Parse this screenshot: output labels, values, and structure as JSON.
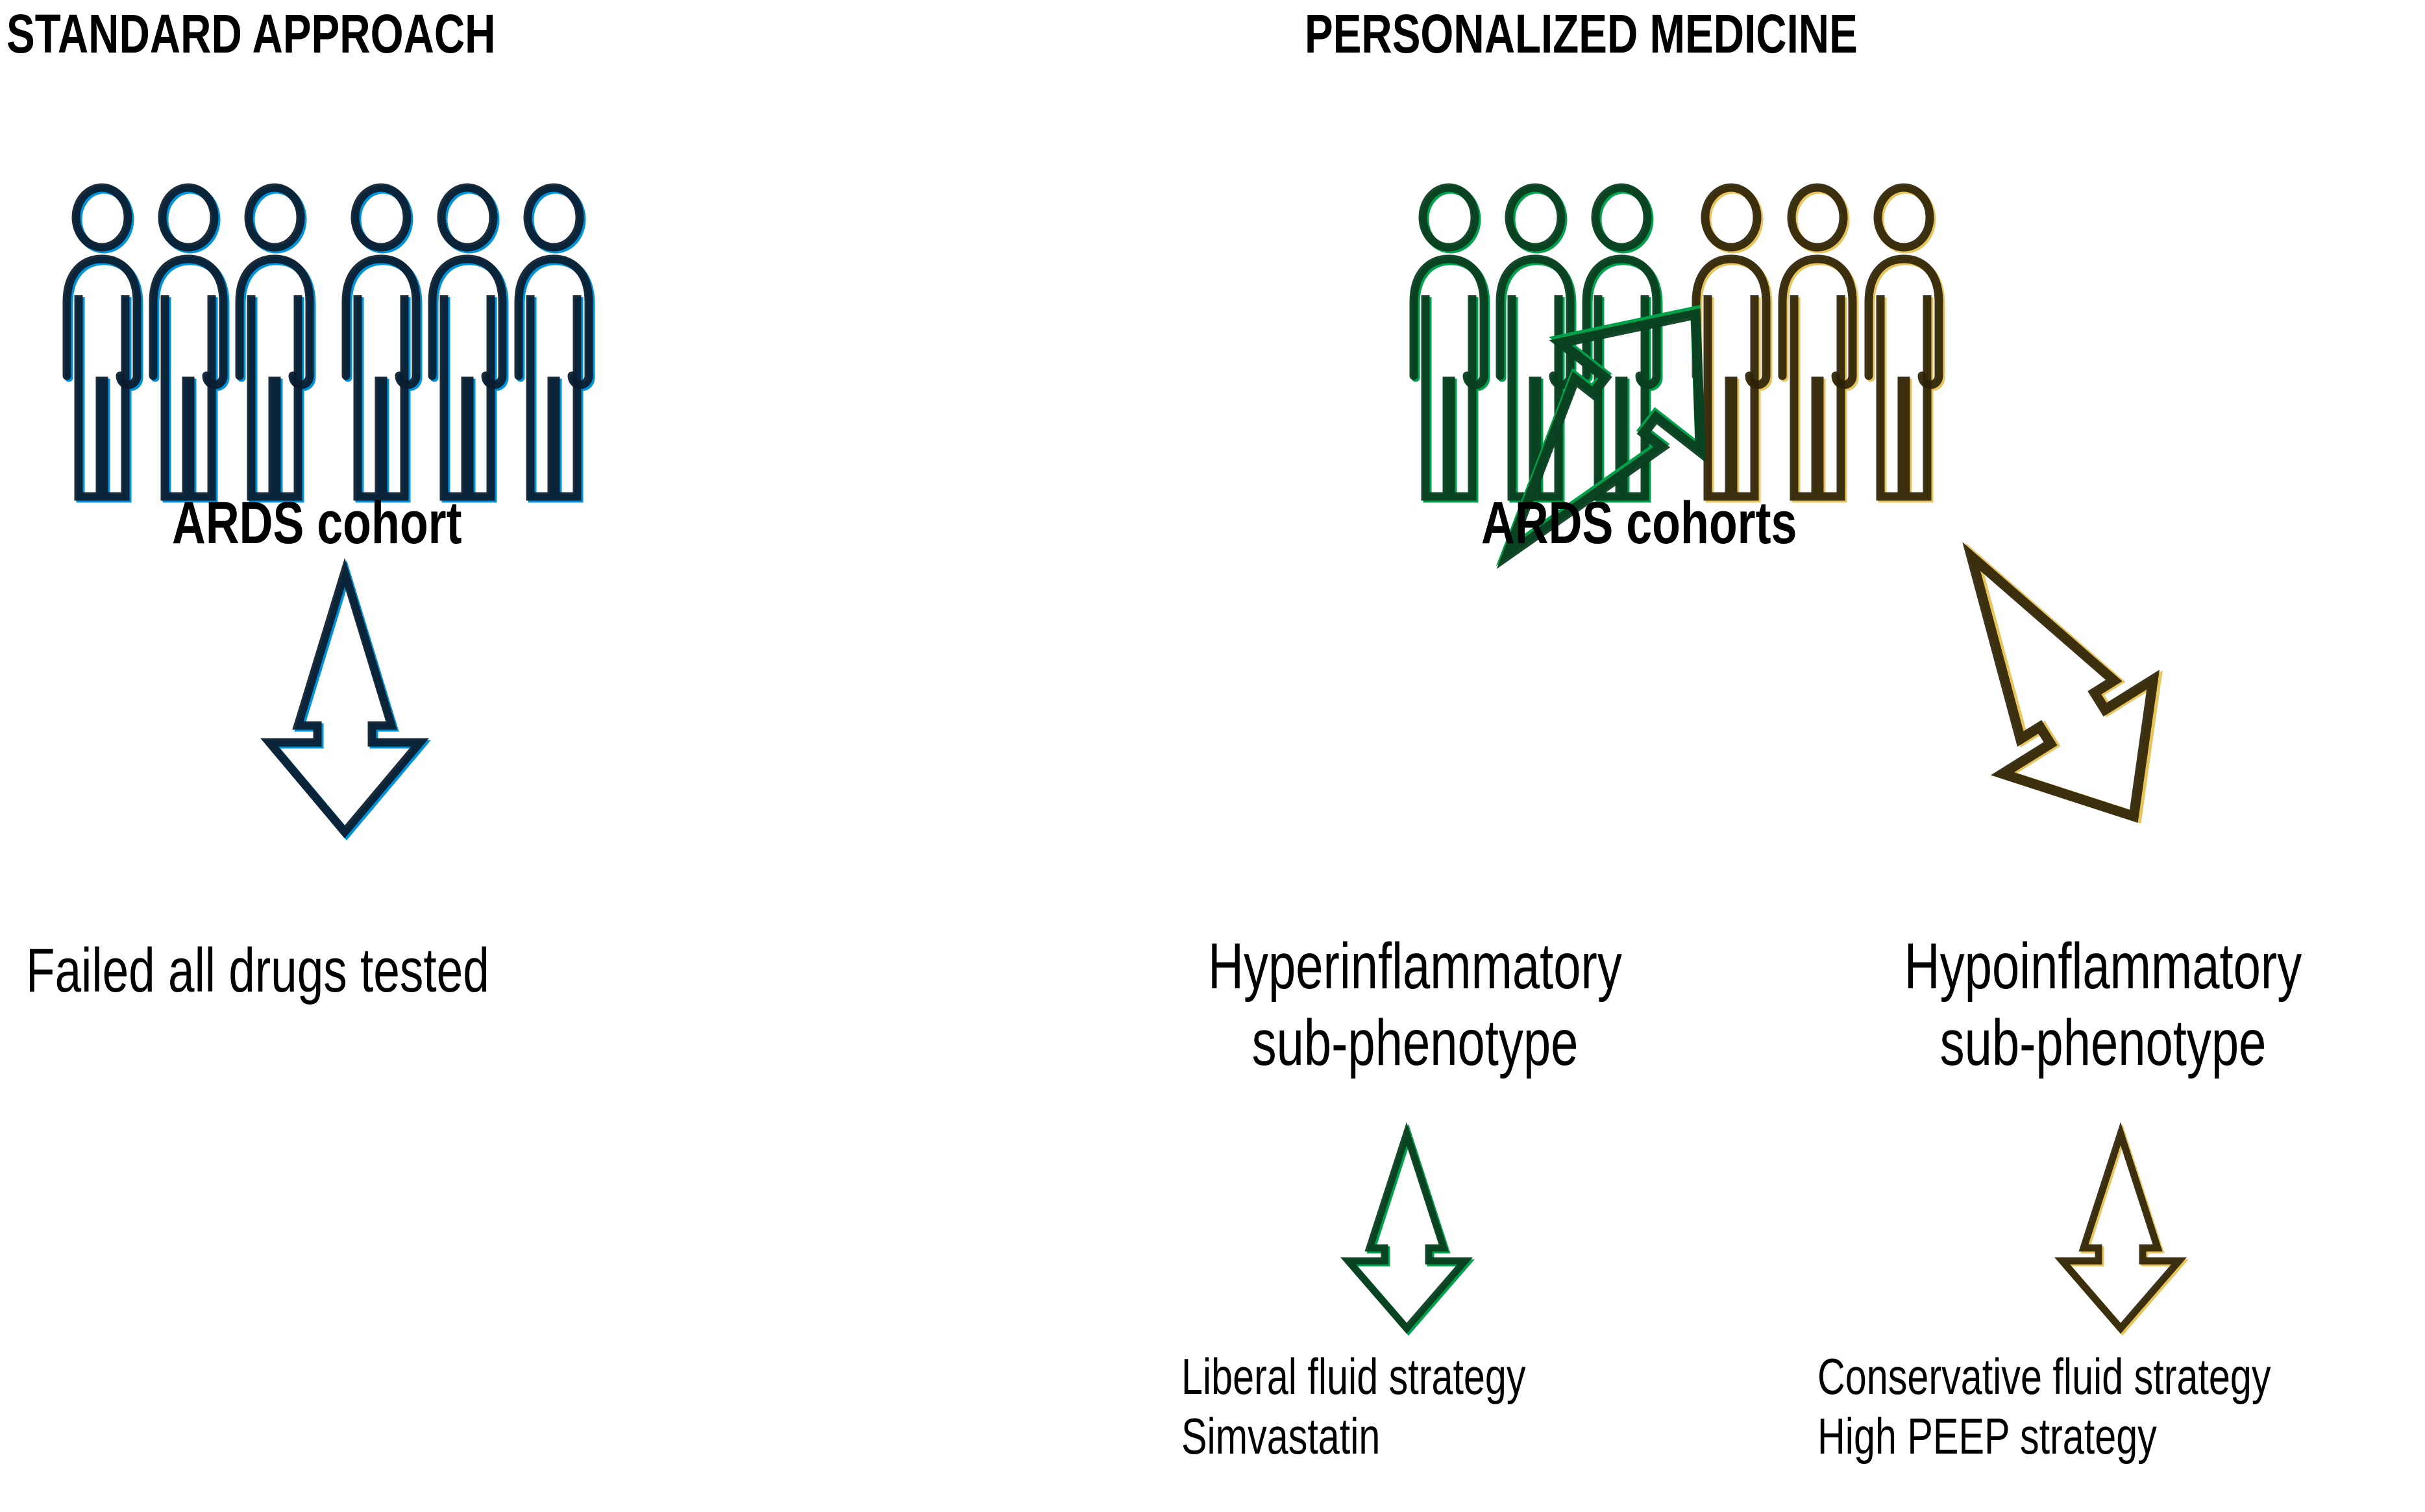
{
  "figure": {
    "type": "comparison-diagram",
    "background": "#ffffff",
    "columns": [
      {
        "id": "standard",
        "title": "STANDARD APPROACH",
        "cohort_label": "ARDS cohort",
        "cohort_count": 6,
        "color": "#0093DD",
        "core_color": "#0A1A2A",
        "outcome": "Failed all drugs tested"
      },
      {
        "id": "personalized",
        "title": "PERSONALIZED MEDICINE",
        "cohort_label": "ARDS cohorts",
        "cohort_count": 6,
        "branches": [
          {
            "id": "hyper",
            "color": "#00A24B",
            "core_color": "#063D1E",
            "phenotype_line1": "Hyperinflammatory",
            "phenotype_line2": "sub-phenotype",
            "treatments": [
              "Liberal fluid strategy",
              "Simvastatin"
            ],
            "people": 3,
            "arrow_direction": "down-left"
          },
          {
            "id": "hypo",
            "color": "#E3B73A",
            "core_color": "#2B2206",
            "phenotype_line1": "Hypoinflammatory",
            "phenotype_line2": "sub-phenotype",
            "treatments": [
              "Conservative fluid strategy",
              "High PEEP strategy"
            ],
            "people": 3,
            "arrow_direction": "down-right"
          }
        ]
      }
    ],
    "icons": {
      "person": "person-icon",
      "arrow_down": "arrow-down-icon",
      "arrow_diagonal_left": "arrow-down-left-icon",
      "arrow_diagonal_right": "arrow-down-right-icon"
    }
  },
  "titles": {
    "standard": "STANDARD APPROACH",
    "personalized": "PERSONALIZED MEDICINE"
  },
  "labels": {
    "ards_cohort": "ARDS cohort",
    "ards_cohorts": "ARDS cohorts"
  },
  "outcomes": {
    "failed": "Failed all drugs tested"
  },
  "phenotypes": {
    "hyper": {
      "line1": "Hyperinflammatory",
      "line2": "sub-phenotype"
    },
    "hypo": {
      "line1": "Hypoinflammatory",
      "line2": "sub-phenotype"
    }
  },
  "treatments": {
    "hyper": {
      "line1": "Liberal fluid strategy",
      "line2": "Simvastatin"
    },
    "hypo": {
      "line1": "Conservative fluid strategy",
      "line2": "High PEEP strategy"
    }
  },
  "colors": {
    "blue": "#0093DD",
    "blue_core": "#0A1A2A",
    "green": "#00A24B",
    "green_core": "#063D1E",
    "gold": "#E3B73A",
    "gold_core": "#2B2206",
    "text": "#000000",
    "background": "#ffffff"
  }
}
